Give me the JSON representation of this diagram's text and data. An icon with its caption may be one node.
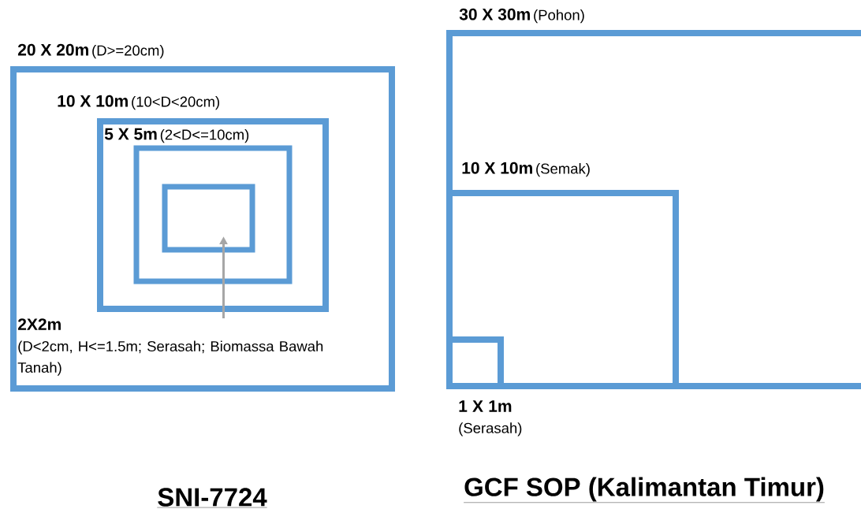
{
  "diagram": {
    "nodes": [
      {
        "text": [
          "20 X 20m",
          "(D>=20cm)"
        ]
      },
      {
        "text": [
          "10 X 10m",
          "(10<D<20cm)"
        ],
        "in": 0
      },
      {
        "text": [
          "5 X 5m",
          "(2<D<=10cm)"
        ],
        "in": 1
      },
      {
        "text": [],
        "shape": "box",
        "in": 2
      },
      {
        "text": [
          "2X2m",
          "(D<2cm, H<=1.5m; Serasah; Biomassa Bawah Tanah)"
        ],
        "in": 0
      },
      {
        "text": [
          "30 X 30m",
          "(Pohon)"
        ]
      },
      {
        "text": [
          "10 X 10m",
          "(Semak)"
        ],
        "in": 5
      },
      {
        "text": [
          "1 X 1m",
          "(Serasah)"
        ],
        "in": 6
      }
    ],
    "edges": [
      {
        "from": 4,
        "to": 3,
        "arrow": "to",
        "color": "#a6a6a6"
      }
    ],
    "labels": [
      "SNI-7724",
      "GCF SOP (Kalimantan Timur)"
    ]
  }
}
